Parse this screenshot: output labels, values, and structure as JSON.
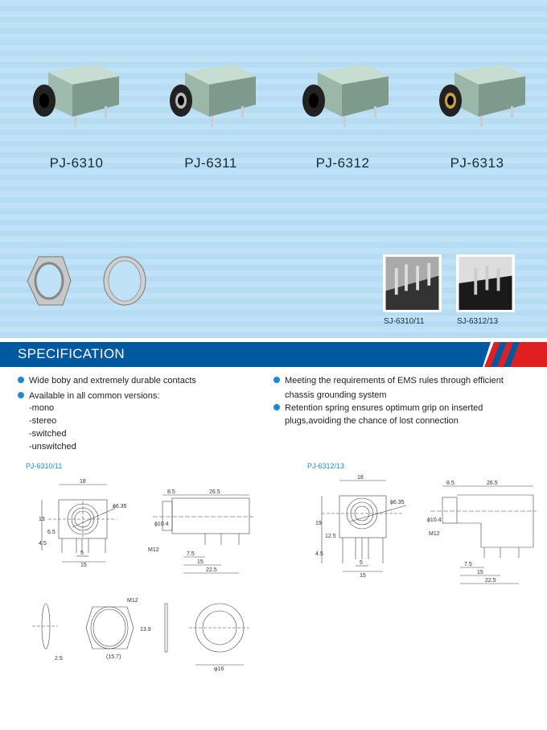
{
  "products": [
    {
      "label": "PJ-6310"
    },
    {
      "label": "PJ-6311"
    },
    {
      "label": "PJ-6312"
    },
    {
      "label": "PJ-6313"
    }
  ],
  "pin_photos": [
    {
      "label": "SJ-6310/11"
    },
    {
      "label": "SJ-6312/13"
    }
  ],
  "spec": {
    "title": "SPECIFICATION",
    "left_bullets": [
      "Wide boby and extremely durable contacts",
      "Available in all common versions:"
    ],
    "versions": [
      "-mono",
      "-stereo",
      "-switched",
      "-unswitched"
    ],
    "right_bullets": [
      "Meeting the requirements of EMS rules through efficient",
      "chassis grounding system",
      "Retention spring ensures optimum grip on inserted",
      "plugs,avoiding the chance of lost connection"
    ]
  },
  "drawings": {
    "left_title": "PJ-6310/11",
    "right_title": "PJ-6312/13",
    "front_a": {
      "w": "18",
      "h": "13",
      "c": "6.5",
      "p": "4.5",
      "d": "ϕ6.35",
      "pin": "5",
      "base": "15"
    },
    "side_a": {
      "a": "8.5",
      "b": "26.5",
      "d": "ϕ10.4",
      "m": "M12",
      "p1": "7.5",
      "p2": "15",
      "p3": "22.5"
    },
    "front_b": {
      "w": "18",
      "h": "19",
      "c": "12.5",
      "p": "4.5",
      "d": "ϕ6.35",
      "pin": "5",
      "base": "15"
    },
    "side_b": {
      "a": "8.5",
      "b": "26.5",
      "d": "ϕ10.4",
      "m": "M12",
      "p1": "7.5",
      "p2": "15",
      "p3": "22.5"
    },
    "nut": {
      "t": "2.5",
      "w": "(15.7)",
      "h": "13.9",
      "m": "M12"
    },
    "washer": {
      "d": "φ16"
    }
  },
  "colors": {
    "band": "#bfe2f6",
    "spec": "#0059a0",
    "accent_red": "#e02020",
    "bullet": "#1e88d8"
  }
}
